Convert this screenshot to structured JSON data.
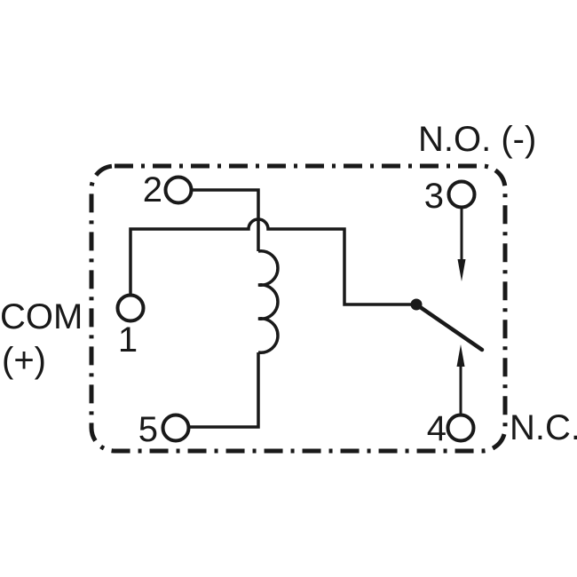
{
  "canvas": {
    "background": "#ffffff",
    "ink_color": "#191919"
  },
  "schematic": {
    "kind": "relay-pinout-diagram",
    "labels": {
      "com": "COM",
      "com_polarity": "(+)",
      "normally_open": "N.O. (-)",
      "normally_closed": "N.C.",
      "terminal_1": "1",
      "terminal_2": "2",
      "terminal_3": "3",
      "terminal_4": "4",
      "terminal_5": "5"
    },
    "components": {
      "boundary": "dash-dot-outline",
      "coil": "coil-symbol",
      "switch": "switch-arm",
      "no_arrow": "down-arrow",
      "nc_arrow": "up-arrow",
      "crossover": "wire-hop"
    }
  }
}
